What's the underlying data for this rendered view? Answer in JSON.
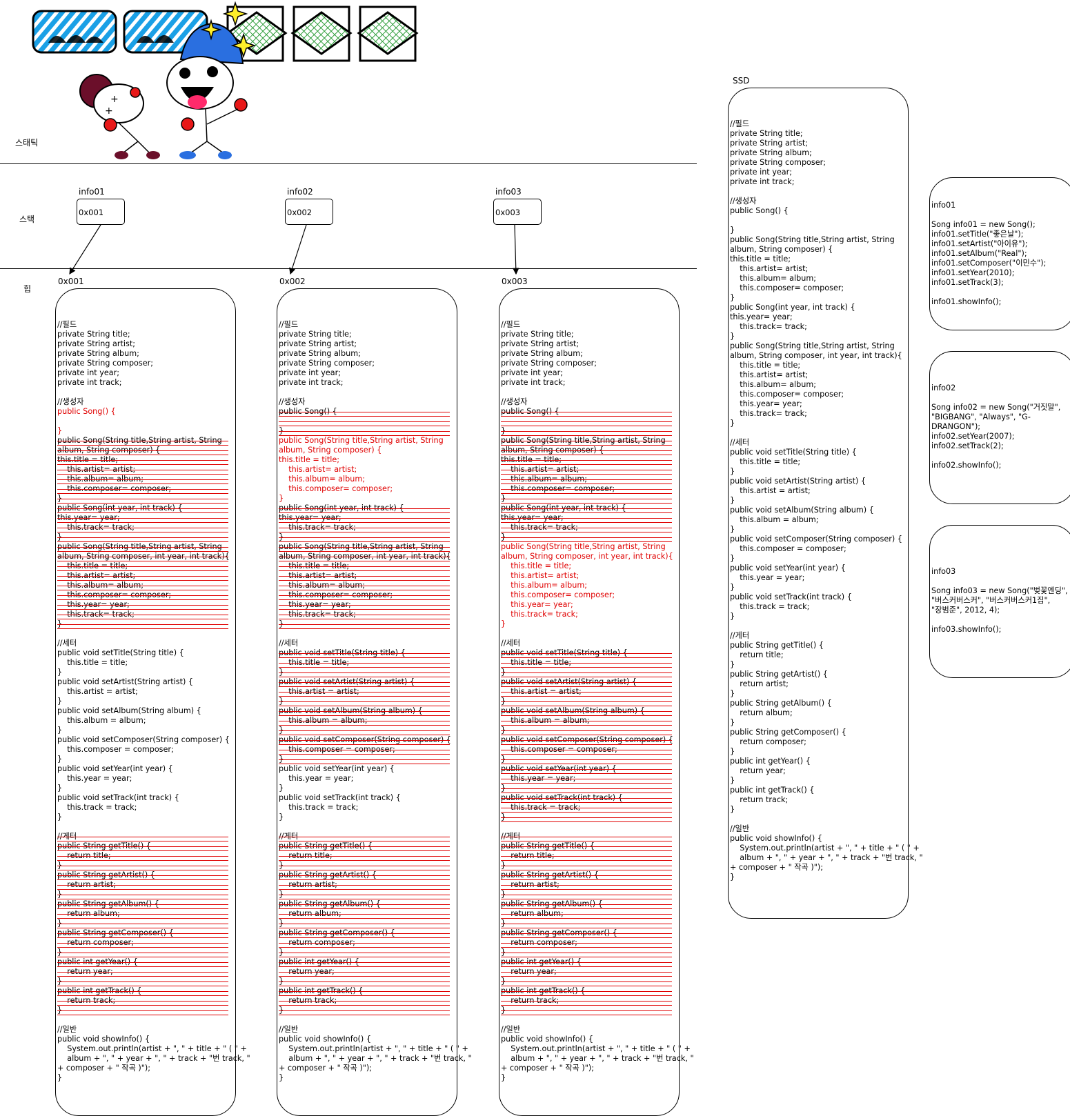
{
  "sections": {
    "static": "스태틱",
    "stack": "스택",
    "heap": "힙",
    "ssd": "SSD"
  },
  "stack_vars": [
    {
      "name": "info01",
      "value": "0x001"
    },
    {
      "name": "info02",
      "value": "0x002"
    },
    {
      "name": "info03",
      "value": "0x003"
    }
  ],
  "heap_objects": [
    {
      "address": "0x001"
    },
    {
      "address": "0x002"
    },
    {
      "address": "0x003"
    }
  ],
  "class_code": [
    "//필드",
    "private String title;",
    "private String artist;",
    "private String album;",
    "private String composer;",
    "private int year;",
    "private int track;",
    "",
    "//생성자",
    "public Song() {",
    "",
    "}",
    "public Song(String title,String artist, String",
    "album, String composer) {",
    "this.title = title;",
    "    this.artist= artist;",
    "    this.album= album;",
    "    this.composer= composer;",
    "}",
    "public Song(int year, int track) {",
    "this.year= year;",
    "    this.track= track;",
    "}",
    "public Song(String title,String artist, String",
    "album, String composer, int year, int track){",
    "    this.title = title;",
    "    this.artist= artist;",
    "    this.album= album;",
    "    this.composer= composer;",
    "    this.year= year;",
    "    this.track= track;",
    "}",
    "",
    "//세터",
    "public void setTitle(String title) {",
    "    this.title = title;",
    "}",
    "public void setArtist(String artist) {",
    "    this.artist = artist;",
    "}",
    "public void setAlbum(String album) {",
    "    this.album = album;",
    "}",
    "public void setComposer(String composer) {",
    "    this.composer = composer;",
    "}",
    "public void setYear(int year) {",
    "    this.year = year;",
    "}",
    "public void setTrack(int track) {",
    "    this.track = track;",
    "}",
    "",
    "//게터",
    "public String getTitle() {",
    "    return title;",
    "}",
    "public String getArtist() {",
    "    return artist;",
    "}",
    "public String getAlbum() {",
    "    return album;",
    "}",
    "public String getComposer() {",
    "    return composer;",
    "}",
    "public int getYear() {",
    "    return year;",
    "}",
    "public int getTrack() {",
    "    return track;",
    "}",
    "",
    "//일반",
    "public void showInfo() {",
    "    System.out.println(artist + \", \" + title + \" ( \" +",
    "    album + \", \" + year + \", \" + track + \"번 track, \"",
    "+ composer + \" 작곡 )\");",
    "}"
  ],
  "main_snippets": [
    {
      "lines": [
        "info01",
        "",
        "Song info01 = new Song();",
        "info01.setTitle(\"좋은날\");",
        "info01.setArtist(\"아이유\");",
        "info01.setAlbum(\"Real\");",
        "info01.setComposer(\"이민수\");",
        "info01.setYear(2010);",
        "info01.setTrack(3);",
        "",
        "info01.showInfo();"
      ]
    },
    {
      "lines": [
        "info02",
        "",
        "Song info02 = new Song(\"거짓말\",",
        "\"BIGBANG\", \"Always\", \"G-",
        "DRANGON\");",
        "info02.setYear(2007);",
        "info02.setTrack(2);",
        "",
        "info02.showInfo();"
      ]
    },
    {
      "lines": [
        "info03",
        "",
        "Song info03 = new Song(\"벚꽃엔딩\",",
        "\"버스커버스커\", \"버스커버스커1집\",",
        "\"장범준\", 2012, 4);",
        "",
        "info03.showInfo();"
      ]
    }
  ],
  "colors": {
    "active": "#e00000",
    "struck": "#e00000",
    "tile_blue": "#1aa0e6",
    "tile_green": "#2e9e3a",
    "hat_blue": "#2a6fe0",
    "ball_red": "#e81818"
  },
  "object_states": [
    {
      "active": [
        9,
        10,
        11
      ],
      "struck": [
        12,
        13,
        14,
        15,
        16,
        17,
        18,
        19,
        20,
        21,
        22,
        23,
        24,
        25,
        26,
        27,
        28,
        29,
        30,
        31,
        53,
        54,
        55,
        56,
        57,
        58,
        59,
        60,
        61,
        62,
        63,
        64,
        65,
        66,
        67,
        68,
        69,
        70,
        71
      ]
    },
    {
      "active": [
        12,
        13,
        14,
        15,
        16,
        17,
        18
      ],
      "struck": [
        9,
        10,
        11,
        19,
        20,
        21,
        22,
        23,
        24,
        25,
        26,
        27,
        28,
        29,
        30,
        31,
        34,
        35,
        36,
        37,
        38,
        39,
        40,
        41,
        42,
        43,
        44,
        45,
        53,
        54,
        55,
        56,
        57,
        58,
        59,
        60,
        61,
        62,
        63,
        64,
        65,
        66,
        67,
        68,
        69,
        70,
        71
      ]
    },
    {
      "active": [
        23,
        24,
        25,
        26,
        27,
        28,
        29,
        30,
        31
      ],
      "struck": [
        9,
        10,
        11,
        12,
        13,
        14,
        15,
        16,
        17,
        18,
        19,
        20,
        21,
        22,
        34,
        35,
        36,
        37,
        38,
        39,
        40,
        41,
        42,
        43,
        44,
        45,
        46,
        47,
        48,
        49,
        50,
        51,
        53,
        54,
        55,
        56,
        57,
        58,
        59,
        60,
        61,
        62,
        63,
        64,
        65,
        66,
        67,
        68,
        69,
        70,
        71
      ]
    }
  ]
}
